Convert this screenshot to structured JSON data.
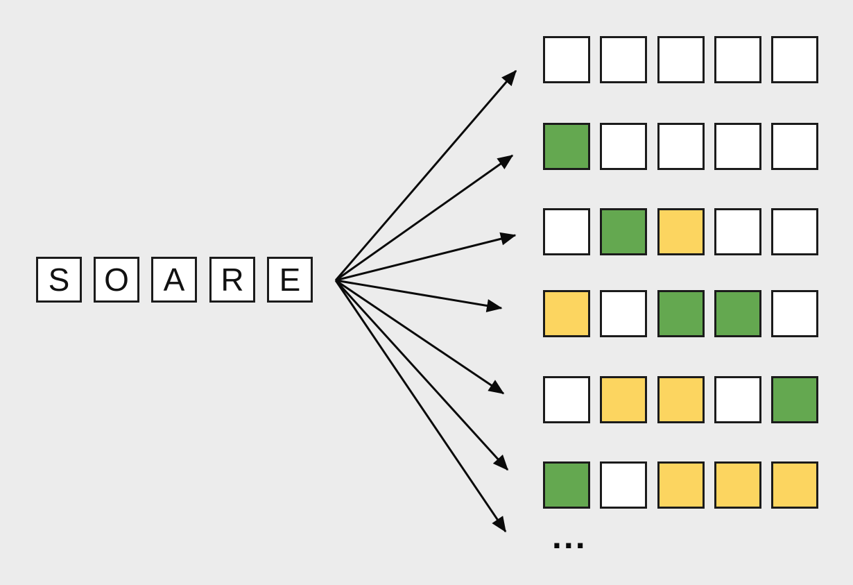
{
  "diagram": {
    "guess_word": "SOARE",
    "guess_letters": [
      "S",
      "O",
      "A",
      "R",
      "E"
    ],
    "ellipsis": "...",
    "patterns": [
      [
        "white",
        "white",
        "white",
        "white",
        "white"
      ],
      [
        "green",
        "white",
        "white",
        "white",
        "white"
      ],
      [
        "white",
        "green",
        "yellow",
        "white",
        "white"
      ],
      [
        "yellow",
        "white",
        "green",
        "green",
        "white"
      ],
      [
        "white",
        "yellow",
        "yellow",
        "white",
        "green"
      ],
      [
        "green",
        "white",
        "yellow",
        "yellow",
        "yellow"
      ]
    ]
  },
  "colors": {
    "background": "#ececec",
    "tile_border": "#1b1b1b",
    "white": "#ffffff",
    "green": "#64a850",
    "yellow": "#fcd560",
    "arrow": "#0a0a0a"
  }
}
